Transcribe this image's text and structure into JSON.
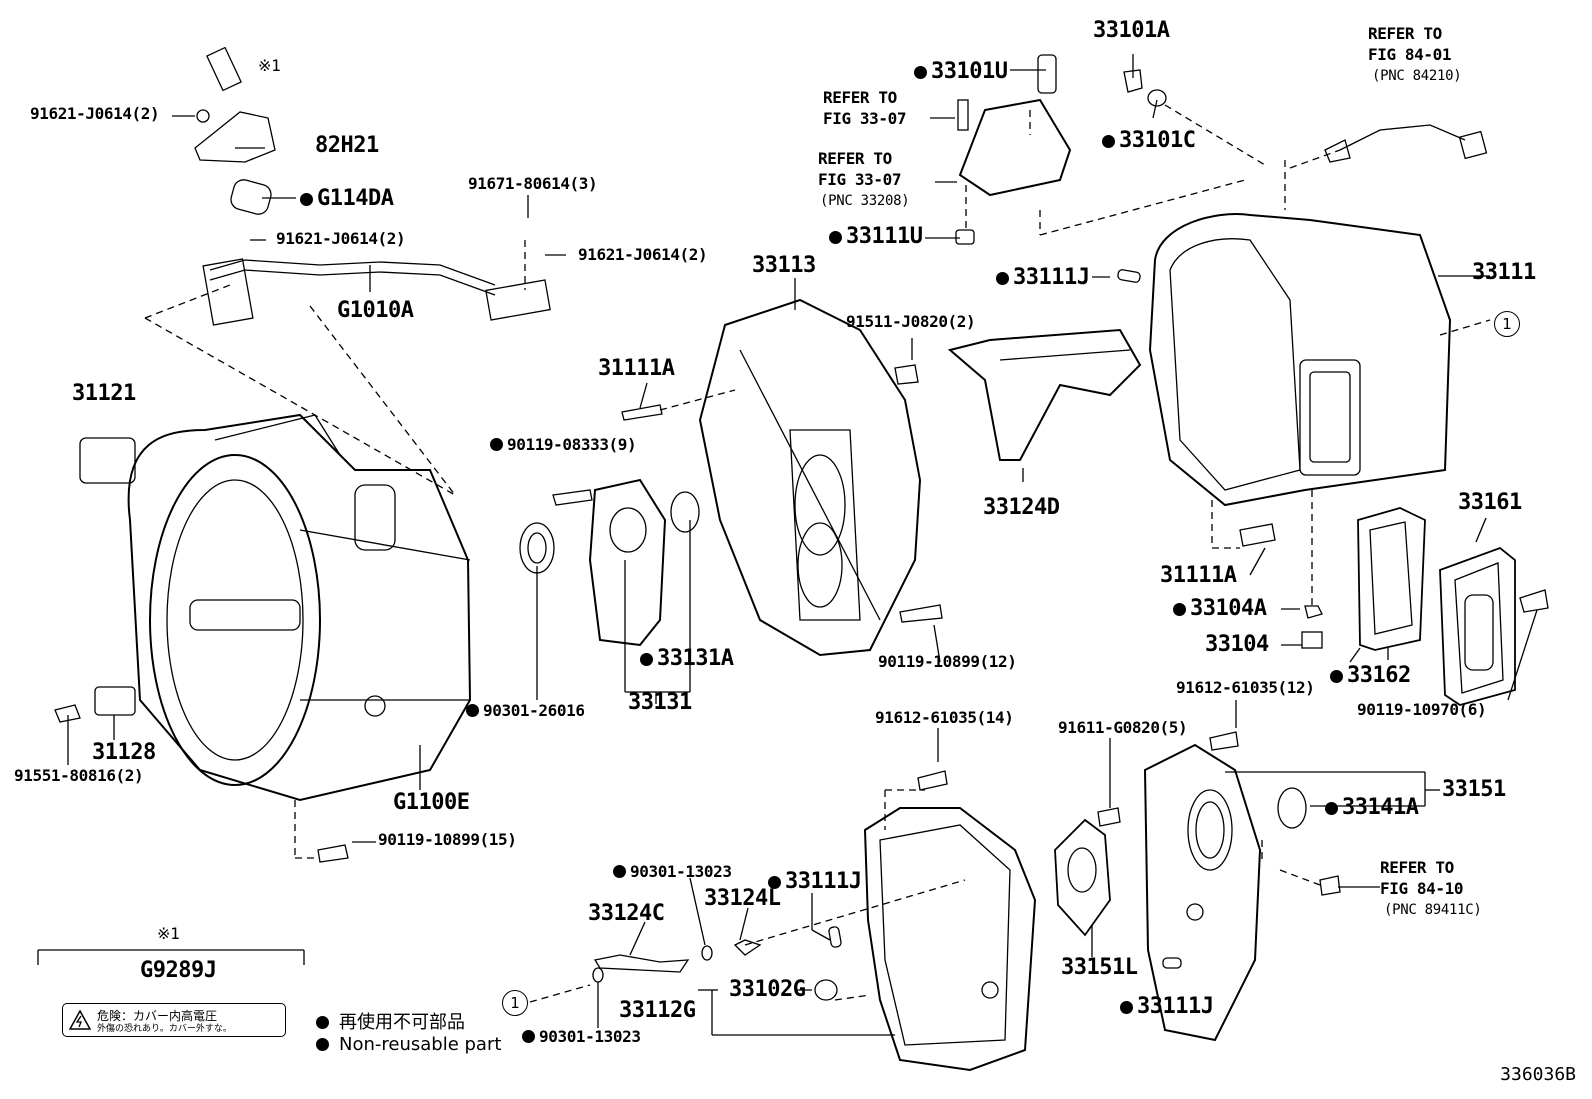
{
  "parts": {
    "p82h21": "82H21",
    "g114da": "G114DA",
    "g1010a": "G1010A",
    "p31121": "31121",
    "p31128": "31128",
    "g1100e": "G1100E",
    "p33113": "33113",
    "p31111a_top": "31111A",
    "p33131a": "33131A",
    "p33131": "33131",
    "p33124d": "33124D",
    "p33101a": "33101A",
    "p33101c": "33101C",
    "p33101u": "33101U",
    "p33111u": "33111U",
    "p33111j_top": "33111J",
    "p33111": "33111",
    "p31111a_right": "31111A",
    "p33104a": "33104A",
    "p33104": "33104",
    "p33161": "33161",
    "p33162": "33162",
    "p33151": "33151",
    "p33141a": "33141A",
    "p33151l": "33151L",
    "p33111j_bottom": "33111J",
    "p33124c": "33124C",
    "p33124l": "33124L",
    "p33111j_mid": "33111J",
    "p33102g": "33102G",
    "p33112g": "33112G",
    "g9289j": "G9289J"
  },
  "fasteners": {
    "f91621_a": "91621-J0614(2)",
    "f91621_b": "91621-J0614(2)",
    "f91671": "91671-80614(3)",
    "f91621_c": "91621-J0614(2)",
    "f90119_08333": "90119-08333(9)",
    "f91511": "91511-J0820(2)",
    "f90301_26016": "90301-26016",
    "f91551": "91551-80816(2)",
    "f90119_10899_15": "90119-10899(15)",
    "f90119_10899_12": "90119-10899(12)",
    "f91612_12": "91612-61035(12)",
    "f90119_10970": "90119-10970(6)",
    "f91612_14": "91612-61035(14)",
    "f91611": "91611-G0820(5)",
    "f90301_13023_a": "90301-13023",
    "f90301_13023_b": "90301-13023"
  },
  "refs": {
    "ref_84_01": [
      "REFER TO",
      "FIG 84-01",
      "(PNC 84210)"
    ],
    "ref_33_07_a": [
      "REFER TO",
      "FIG 33-07"
    ],
    "ref_33_07_b": [
      "REFER TO",
      "FIG 33-07",
      "(PNC 33208)"
    ],
    "ref_84_10": [
      "REFER TO",
      "FIG 84-10",
      "(PNC 89411C)"
    ]
  },
  "marks": {
    "note_mark": "※1",
    "note_mark_box": "※1",
    "circle_ref": "1"
  },
  "legend": {
    "jp": "再使用不可部品",
    "en": "Non-reusable part"
  },
  "warning_label": {
    "line1": "危険：カバー内高電圧",
    "line2": "外傷の恐れあり。カバー外すな。"
  },
  "figure_code": "336036B"
}
